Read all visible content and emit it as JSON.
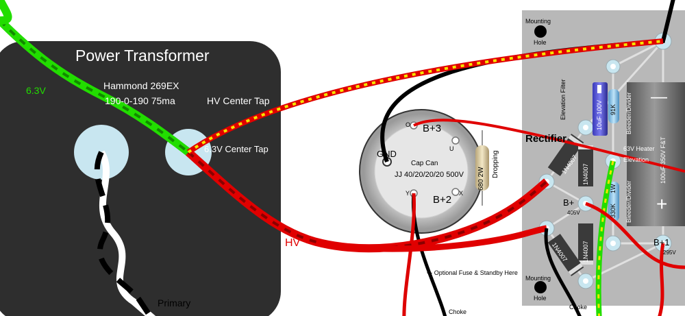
{
  "transformer": {
    "title": "Power Transformer",
    "model": "Hammond 269EX",
    "rating": "190-0-190 75ma",
    "hv_center_tap": "HV Center Tap",
    "heater_center_tap": "6.3V Center Tap",
    "heater_label": "6.3V",
    "hv_label": "HV",
    "primary_label": "Primary"
  },
  "capcan": {
    "gnd": "GND",
    "b3": "B+3",
    "b2": "B+2",
    "name": "Cap Can",
    "rating": "JJ 40/20/20/20 500V",
    "pin_o": "O",
    "pin_u": "U",
    "pin_y": "Y",
    "pin_x": "X",
    "dropping_resistor": "680  2W",
    "dropping_label": "Dropping"
  },
  "board": {
    "mounting_top": "Mounting",
    "hole_top": "Hole",
    "mounting_bottom": "Mounting",
    "hole_bottom": "Hole",
    "rectifier": "Rectifier",
    "elevation_filter": "Elevation Filter",
    "elevation_cap": "10uF 100V",
    "resistor_91k": "91K",
    "resistor_1w": "1W",
    "resistor_330k": "330K",
    "bleeder_top": "Bleeder/Divider",
    "bleeder_bottom": "Bleeder/Divider",
    "heater_elevation": "63V Heater",
    "elevation": "Elevation",
    "filter_cap": "100uF 350V F&T",
    "diode_1": "1N4007",
    "diode_2": "1N4007",
    "diode_3": "1N4007",
    "diode_4": "1N4007",
    "b_plus": "B+",
    "b_plus_voltage": "405V",
    "b_plus_1": "B+1",
    "b_plus_1_voltage": "295V",
    "cap_minus": "—",
    "cap_plus": "+"
  },
  "notes": {
    "fuse_standby": "<- Optional Fuse & Standby Here",
    "choke_1": "Choke",
    "choke_2": "Choke"
  },
  "colors": {
    "transformer_body": "#2e2e2e",
    "board": "#b8b8b8",
    "hv_wire": "#e00000",
    "heater_wire": "#22dd00",
    "stripe": "#f5e400",
    "pad": "#c8e6f0"
  }
}
